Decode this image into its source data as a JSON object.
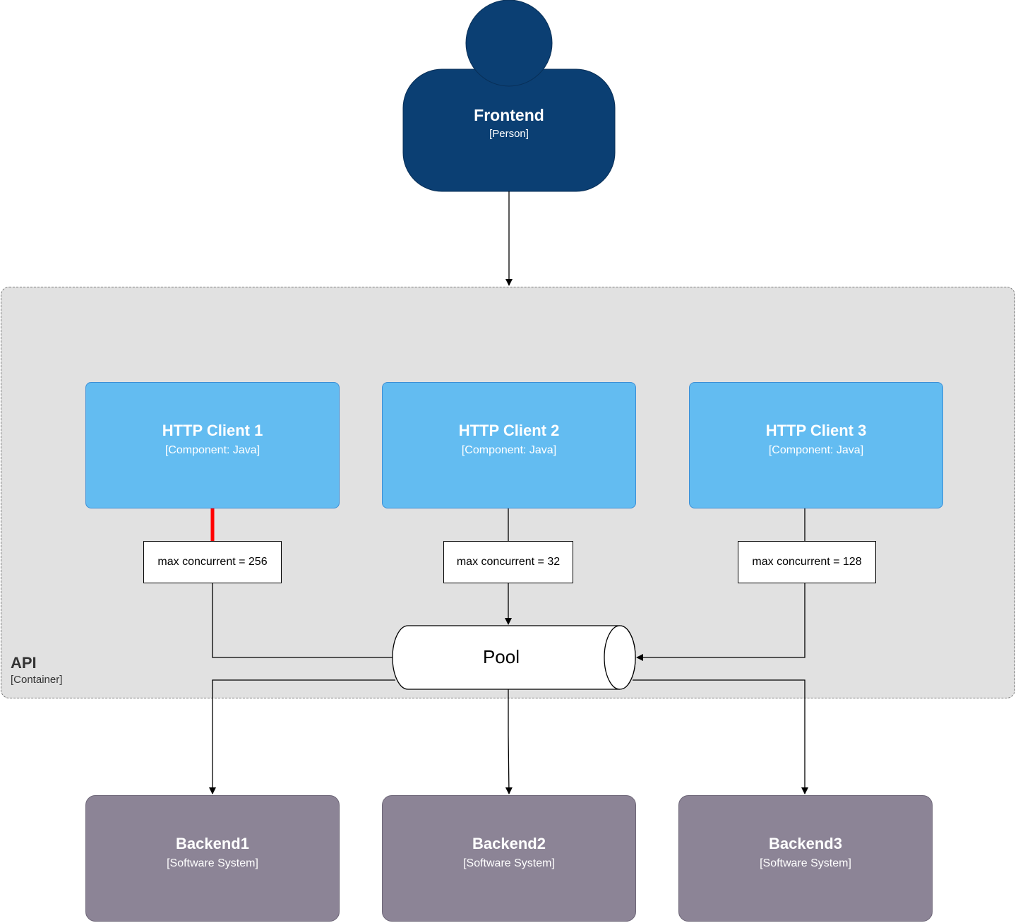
{
  "person": {
    "name": "Frontend",
    "type": "[Person]",
    "color": "#0b3f73"
  },
  "container": {
    "name": "API",
    "type": "[Container]"
  },
  "components": [
    {
      "name": "HTTP Client 1",
      "type": "[Component: Java]",
      "limit": "max concurrent = 256"
    },
    {
      "name": "HTTP Client 2",
      "type": "[Component: Java]",
      "limit": "max concurrent = 32"
    },
    {
      "name": "HTTP Client 3",
      "type": "[Component: Java]",
      "limit": "max concurrent = 128"
    }
  ],
  "pool": {
    "label": "Pool"
  },
  "backends": [
    {
      "name": "Backend1",
      "type": "[Software System]"
    },
    {
      "name": "Backend2",
      "type": "[Software System]"
    },
    {
      "name": "Backend3",
      "type": "[Software System]"
    }
  ],
  "colors": {
    "component": "#63bcf1",
    "backend": "#8c8496",
    "container": "#e1e1e1",
    "highlight": "#ff0000"
  }
}
